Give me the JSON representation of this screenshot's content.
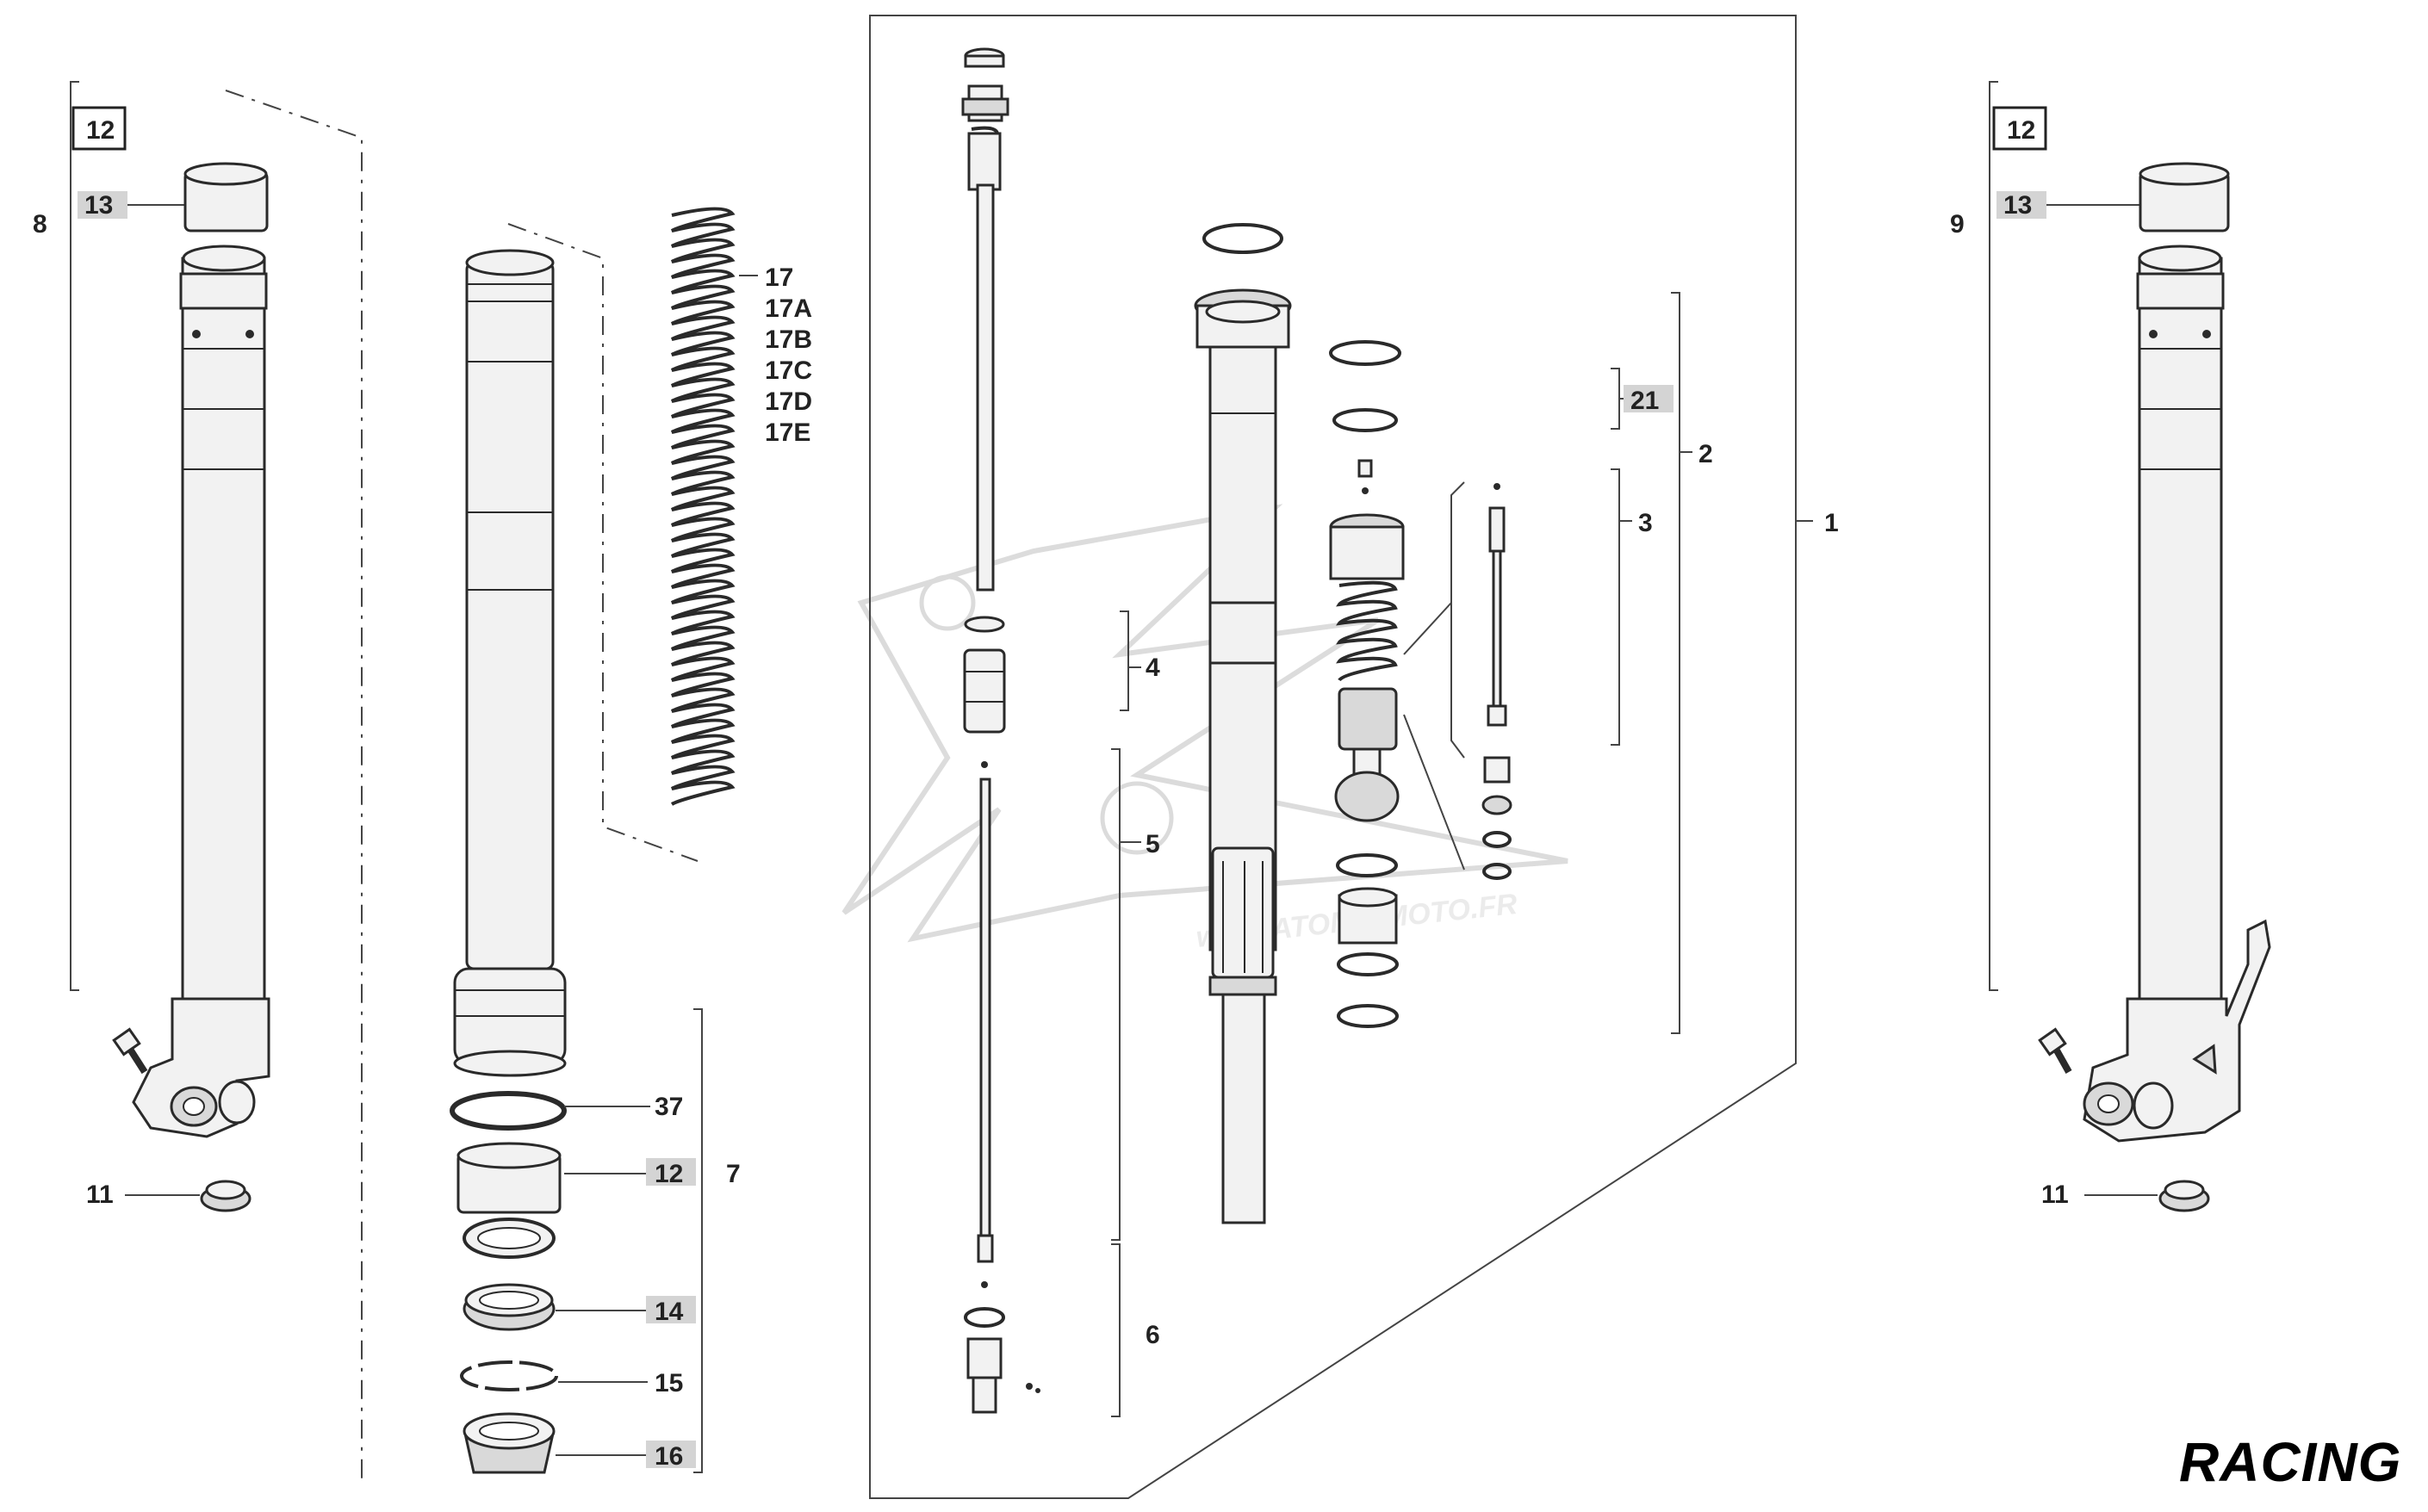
{
  "callouts": {
    "left_leg": {
      "c12": "12",
      "c13": "13",
      "c8": "8",
      "c11": "11"
    },
    "inner_tube": {
      "c37": "37",
      "c12": "12",
      "c7": "7",
      "c14": "14",
      "c15": "15",
      "c16": "16"
    },
    "spring": {
      "s17": "17",
      "s17a": "17A",
      "s17b": "17B",
      "s17c": "17C",
      "s17d": "17D",
      "s17e": "17E"
    },
    "cartridge": {
      "c4": "4",
      "c5": "5",
      "c6": "6",
      "c21": "21",
      "c2": "2",
      "c3": "3",
      "c1": "1"
    },
    "right_leg": {
      "c12": "12",
      "c13": "13",
      "c9": "9",
      "c11": "11"
    }
  },
  "watermark": "www.ATOMICMOTO.FR",
  "badge": "RACING",
  "icons": [
    "fork-outer-tube",
    "fork-inner-tube",
    "fork-spring",
    "cartridge-rod",
    "damper-valve",
    "bushing",
    "seal",
    "circlip",
    "dust-seal",
    "axle-bolt",
    "drain-screw"
  ]
}
